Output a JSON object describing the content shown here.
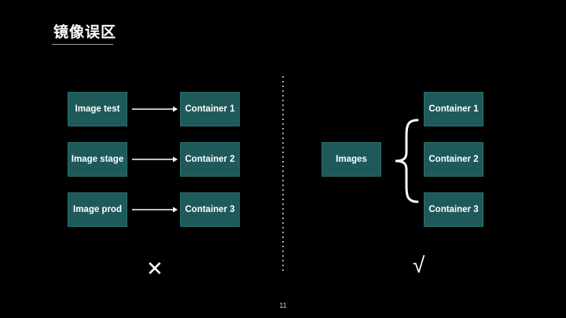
{
  "title": "镜像误区",
  "wrong": {
    "images": [
      "Image test",
      "Image stage",
      "Image prod"
    ],
    "containers": [
      "Container 1",
      "Container 2",
      "Container 3"
    ],
    "mark": "✕"
  },
  "right": {
    "image": "Images",
    "containers": [
      "Container 1",
      "Container 2",
      "Container 3"
    ],
    "mark": "√"
  },
  "page_number": "11",
  "colors": {
    "box_fill": "#1f5a5a",
    "background": "#000000",
    "text": "#ffffff"
  }
}
